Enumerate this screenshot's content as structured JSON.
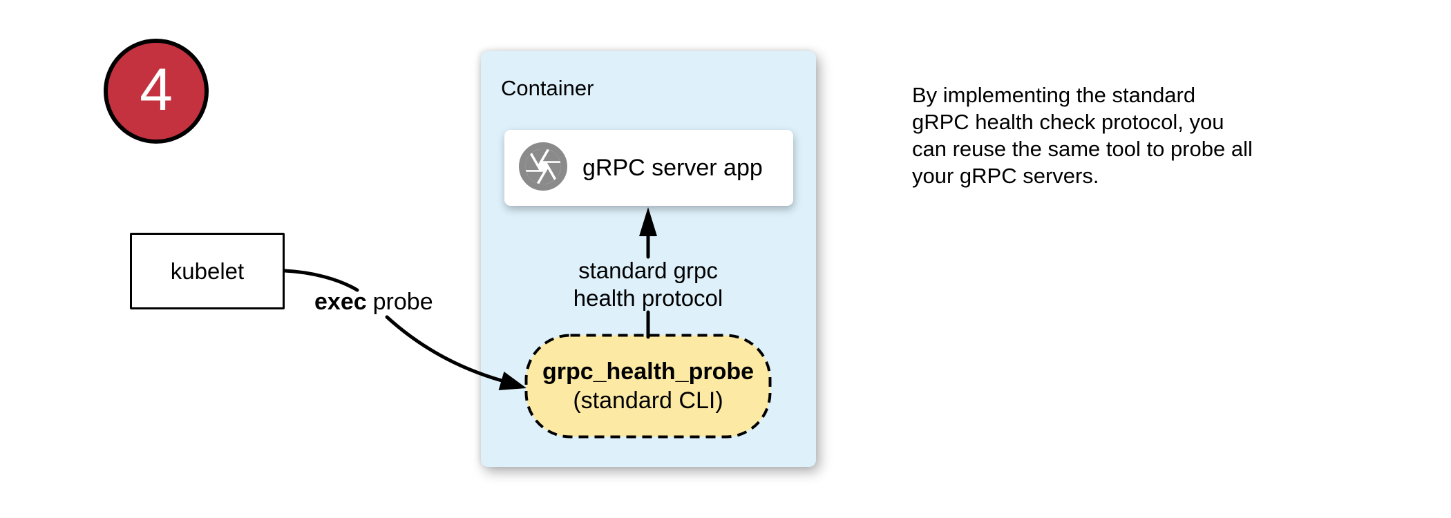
{
  "diagram": {
    "step_number": "4",
    "kubelet_label": "kubelet",
    "exec_probe_label": {
      "bold": "exec",
      "rest": "probe"
    },
    "container": {
      "title": "Container",
      "server_box": {
        "label": "gRPC server app",
        "icon": "aperture-shutter-icon"
      },
      "probe_pill": {
        "name": "grpc_health_probe",
        "subtitle": "(standard CLI)"
      }
    },
    "protocol_arrow_label": "standard grpc\nhealth protocol",
    "note": "By implementing the standard\ngRPC health check protocol, you\ncan reuse the same tool to probe all\nyour gRPC servers."
  },
  "colors": {
    "badge_red": "#c4323f",
    "container_blue": "#def1fb",
    "pill_yellow": "#fce9a4",
    "icon_gray": "#8a8a8a",
    "stroke_black": "#000000"
  }
}
